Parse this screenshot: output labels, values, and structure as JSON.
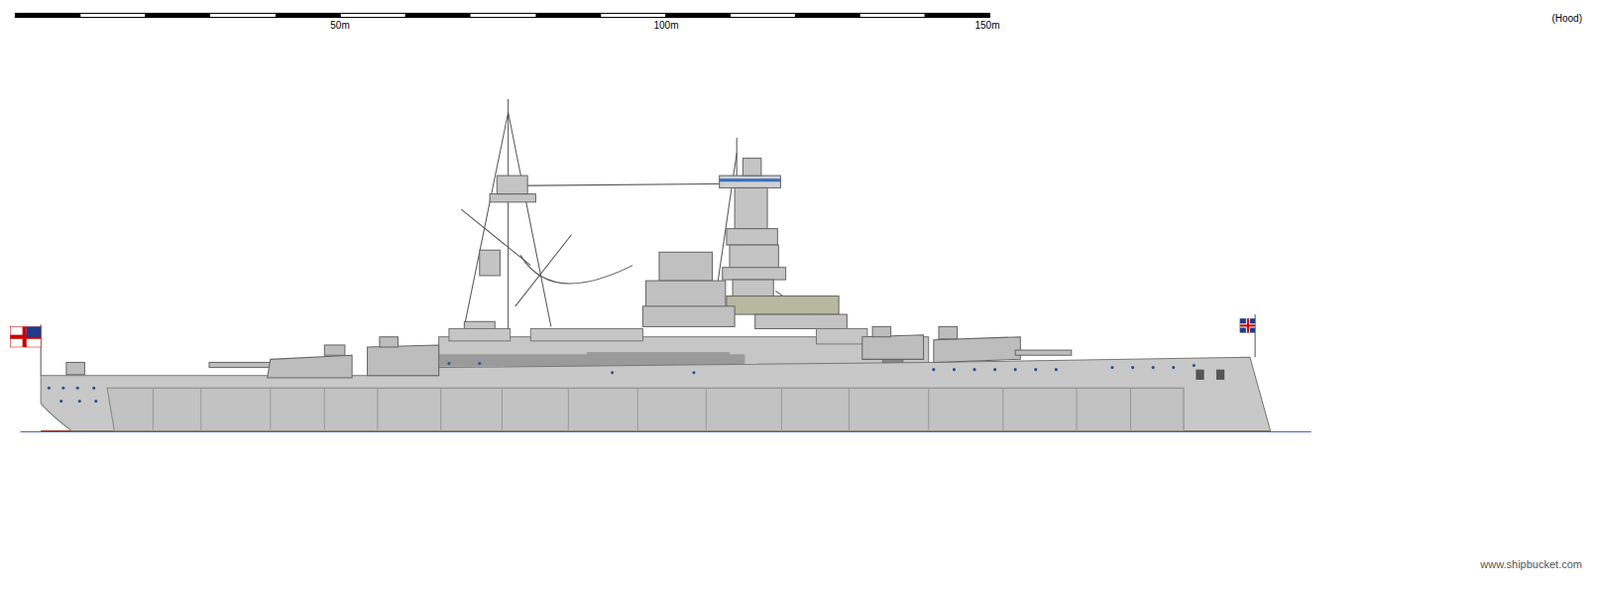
{
  "diagram": {
    "labels": [
      "50m",
      "100m",
      "150m",
      "(Hood)",
      "www.shipbucket.com"
    ]
  }
}
